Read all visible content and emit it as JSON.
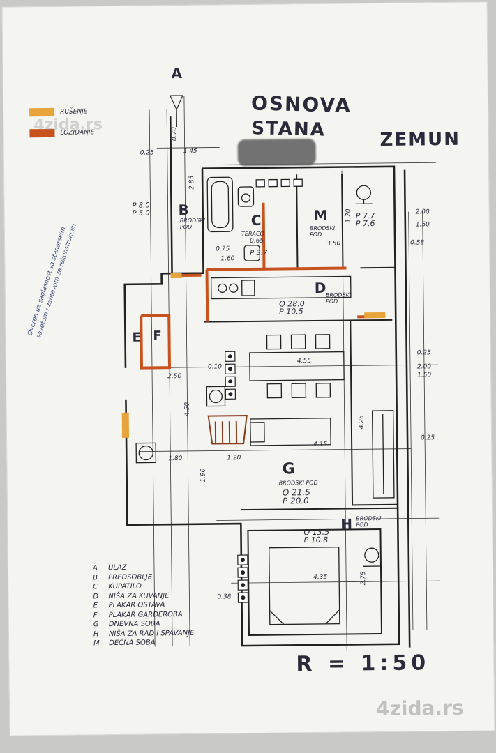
{
  "title": {
    "line1": "OSNOVA",
    "line2": "STANA",
    "city": "ZEMUN"
  },
  "scale": "R = 1:50",
  "watermarks": {
    "top": "4zida.rs",
    "bottom": "4zida.rs"
  },
  "keys": [
    {
      "label": "RUŠENJE",
      "color": "#e8a33a"
    },
    {
      "label": "LOZIDANJE",
      "color": "#c8521e"
    }
  ],
  "legend": [
    {
      "key": "A",
      "text": "ULAZ"
    },
    {
      "key": "B",
      "text": "PREDSOBLJE"
    },
    {
      "key": "C",
      "text": "KUPATILO"
    },
    {
      "key": "D",
      "text": "NIŠA ZA KUVANJE"
    },
    {
      "key": "E",
      "text": "PLAKAR OSTAVA"
    },
    {
      "key": "F",
      "text": "PLAKAR GARDEROBA"
    },
    {
      "key": "G",
      "text": "DNEVNA SOBA"
    },
    {
      "key": "H",
      "text": "NIŠA ZA RAD I SPAVANJE"
    },
    {
      "key": "M",
      "text": "DEČNA SOBA"
    }
  ],
  "rooms": {
    "A": "A",
    "B": "B",
    "C": "C",
    "D": "D",
    "E": "E",
    "F": "F",
    "G": "G",
    "H": "H",
    "M": "M"
  },
  "floors": {
    "B": "BRODSKI POD",
    "C": "TERACO",
    "M": "BRODSKI POD",
    "D": "BRODSKI POD",
    "G": "BRODSKI POD",
    "H": "BRODSKI POD"
  },
  "areas": {
    "M": [
      "P 7.7",
      "P 7.6"
    ],
    "D": [
      "O 28.0",
      "P 10.5"
    ],
    "G": [
      "O 21.5",
      "P 20.0"
    ],
    "H": [
      "O 13.5",
      "P 10.8"
    ],
    "B": [
      "P 8.0",
      "P 5.0"
    ],
    "C": [
      "P 3.7"
    ]
  },
  "dimensions": {
    "d1": "0.25",
    "d2": "4.55",
    "d3": "4.15",
    "d4": "1.80",
    "d5": "1.20",
    "d6": "4.35",
    "d7": "2.50",
    "d8": "2.00",
    "d9": "1.50",
    "d10": "0.25",
    "d11": "2.75",
    "d12": "4.25",
    "d13": "1.90",
    "d14": "3.50",
    "d15": "2.00",
    "d16": "1.50",
    "d17": "0.38",
    "d18": "0.58",
    "d19": "0.10",
    "d20": "4.50",
    "d21": "0.25",
    "d22": "1.20",
    "d23": "2.85",
    "d24": "1.45",
    "d25": "0.70",
    "d26": "0.75",
    "d27": "0.65",
    "d28": "1.60"
  },
  "notes": "Overen uz saglasnost sa stanarskim savetom i zahtevom za rekonstrukciju"
}
